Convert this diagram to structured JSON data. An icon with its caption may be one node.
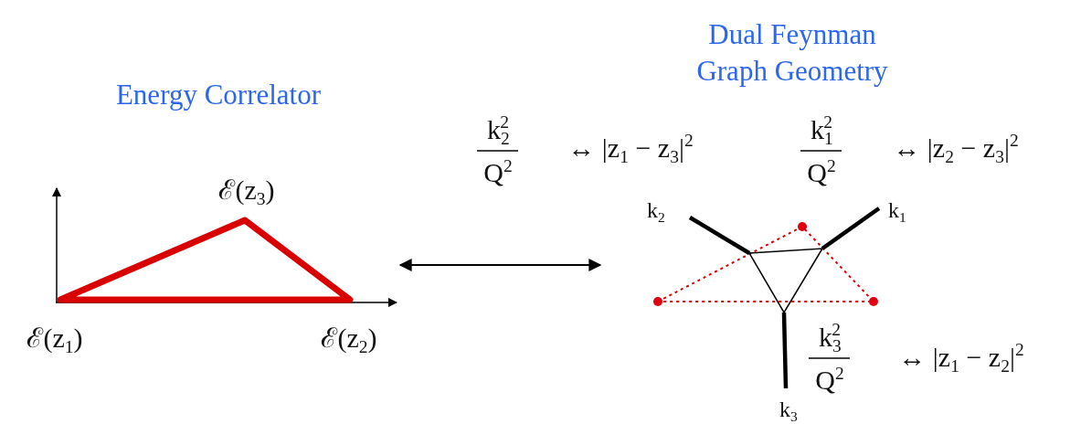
{
  "diagram": {
    "nodes": [
      {
        "text": [
          "Energy Correlator"
        ]
      },
      {
        "text": [
          "Dual Feynman Graph Geometry"
        ]
      }
    ],
    "edges": [
      {
        "from": 0,
        "to": 1,
        "arrow": "both"
      }
    ],
    "labels": [
      "k$_{2}$$^{2}$",
      "Q$^{2}$",
      "↔ |z$_{1}$ − z$_{3}$|$^{2}$",
      "k$_{1}$$^{2}$",
      "Q$^{2}$",
      "↔ |z$_{2}$ − z$_{3}$|$^{2}$",
      "ℰ(z$_{3}$)",
      "k$_{2}$",
      "k$_{1}$",
      "ℰ(z$_{1}$)",
      "ℰ(z$_{2}$)",
      "k$_{3}$$^{2}$",
      "Q$^{2}$",
      "↔ |z$_{1}$ − z$_{2}$|$^{2}$",
      "k$_{3}$"
    ]
  }
}
